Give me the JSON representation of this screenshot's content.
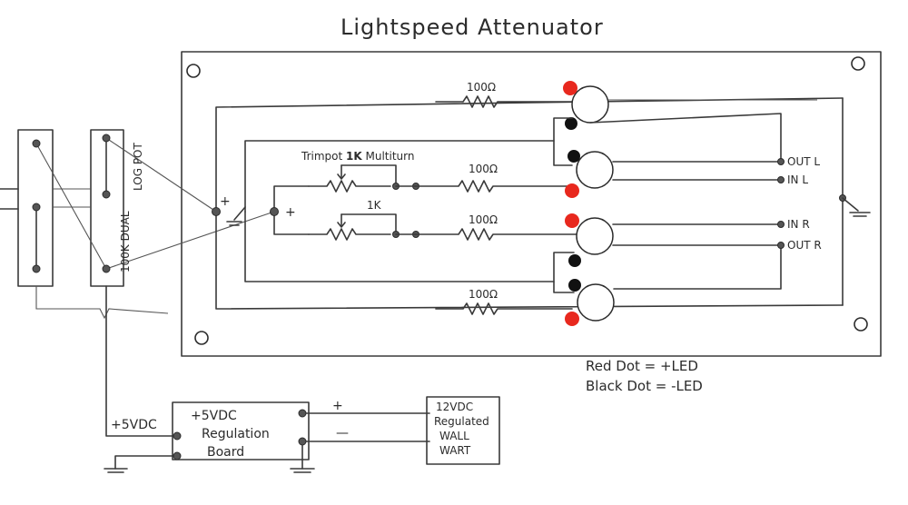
{
  "title": "Lightspeed Attenuator",
  "labels": {
    "resistor_top": "100Ω",
    "resistor_ch_l": "100Ω",
    "resistor_ch_r": "100Ω",
    "resistor_bottom": "100Ω",
    "trimpot": "Trimpot",
    "trimpot_value": "1K",
    "trimpot_type": "Multiturn",
    "trimpot2_value": "1K",
    "plus_left": "+",
    "plus_right": "+",
    "pot_log": "LOG POT",
    "pot_dual": "100K DUAL",
    "out_l": "OUT L",
    "in_l": "IN L",
    "in_r": "IN R",
    "out_r": "OUT R",
    "plus5vdc": "+5VDC",
    "reg_line1": "+5VDC",
    "reg_line2": "Regulation",
    "reg_line3": "Board",
    "wall_line1": "12VDC",
    "wall_line2": "Regulated",
    "wall_line3": "WALL",
    "wall_line4": "WART",
    "supply_plus": "+",
    "supply_minus": "—"
  },
  "legend": {
    "red": "Red Dot = +LED",
    "black": "Black Dot = -LED"
  },
  "colors": {
    "ink": "#3a3a3a",
    "red_dot": "#e8281e",
    "black_dot": "#111111"
  }
}
